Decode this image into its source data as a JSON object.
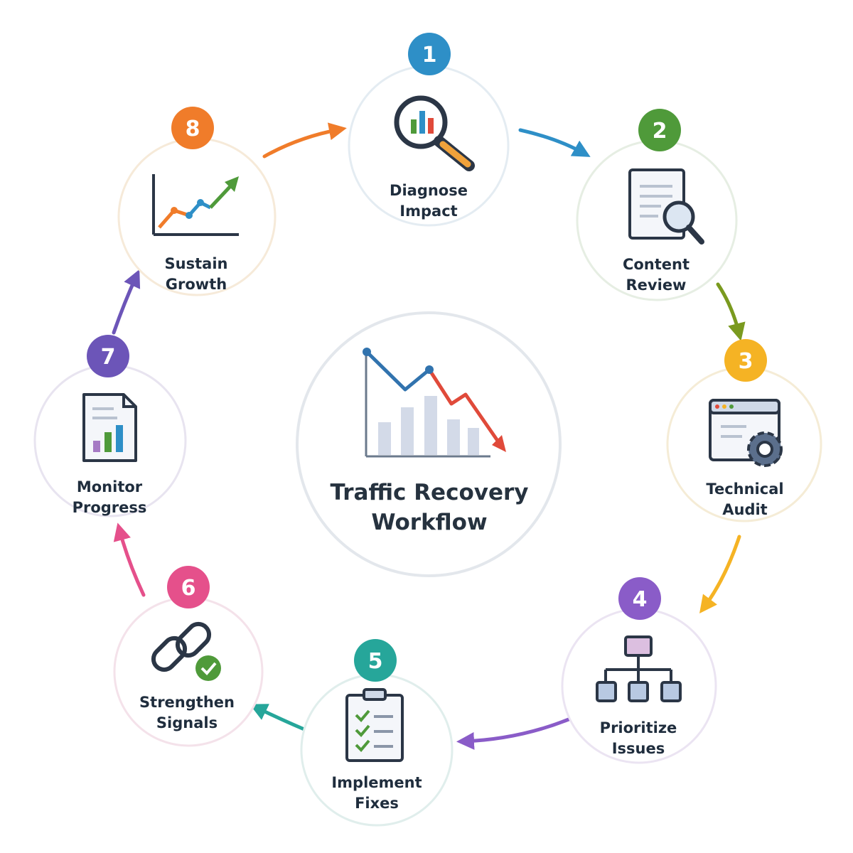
{
  "diagram": {
    "center": {
      "title_line1": "Traffic Recovery",
      "title_line2": "Workflow",
      "icon": "declining-traffic-chart-icon"
    },
    "steps": [
      {
        "number": "1",
        "line1": "Diagnose",
        "line2": "Impact",
        "color": "#2e8fc7",
        "icon": "magnifier-chart-icon"
      },
      {
        "number": "2",
        "line1": "Content",
        "line2": "Review",
        "color": "#4f9a3a",
        "icon": "document-search-icon"
      },
      {
        "number": "3",
        "line1": "Technical",
        "line2": "Audit",
        "color": "#f5b324",
        "icon": "browser-gear-icon"
      },
      {
        "number": "4",
        "line1": "Prioritize",
        "line2": "Issues",
        "color": "#8a5cc8",
        "icon": "hierarchy-icon"
      },
      {
        "number": "5",
        "line1": "Implement",
        "line2": "Fixes",
        "color": "#26a69a",
        "icon": "checklist-clipboard-icon"
      },
      {
        "number": "6",
        "line1": "Strengthen",
        "line2": "Signals",
        "color": "#e5508b",
        "icon": "chain-link-check-icon"
      },
      {
        "number": "7",
        "line1": "Monitor",
        "line2": "Progress",
        "color": "#6c55b8",
        "icon": "report-document-icon"
      },
      {
        "number": "8",
        "line1": "Sustain",
        "line2": "Growth",
        "color": "#f07c2a",
        "icon": "growth-chart-icon"
      }
    ],
    "arrow_colors": [
      "#2e8fc7",
      "#7a9a1f",
      "#f5b324",
      "#8a5cc8",
      "#26a69a",
      "#e5508b",
      "#6c55b8",
      "#f07c2a"
    ]
  }
}
